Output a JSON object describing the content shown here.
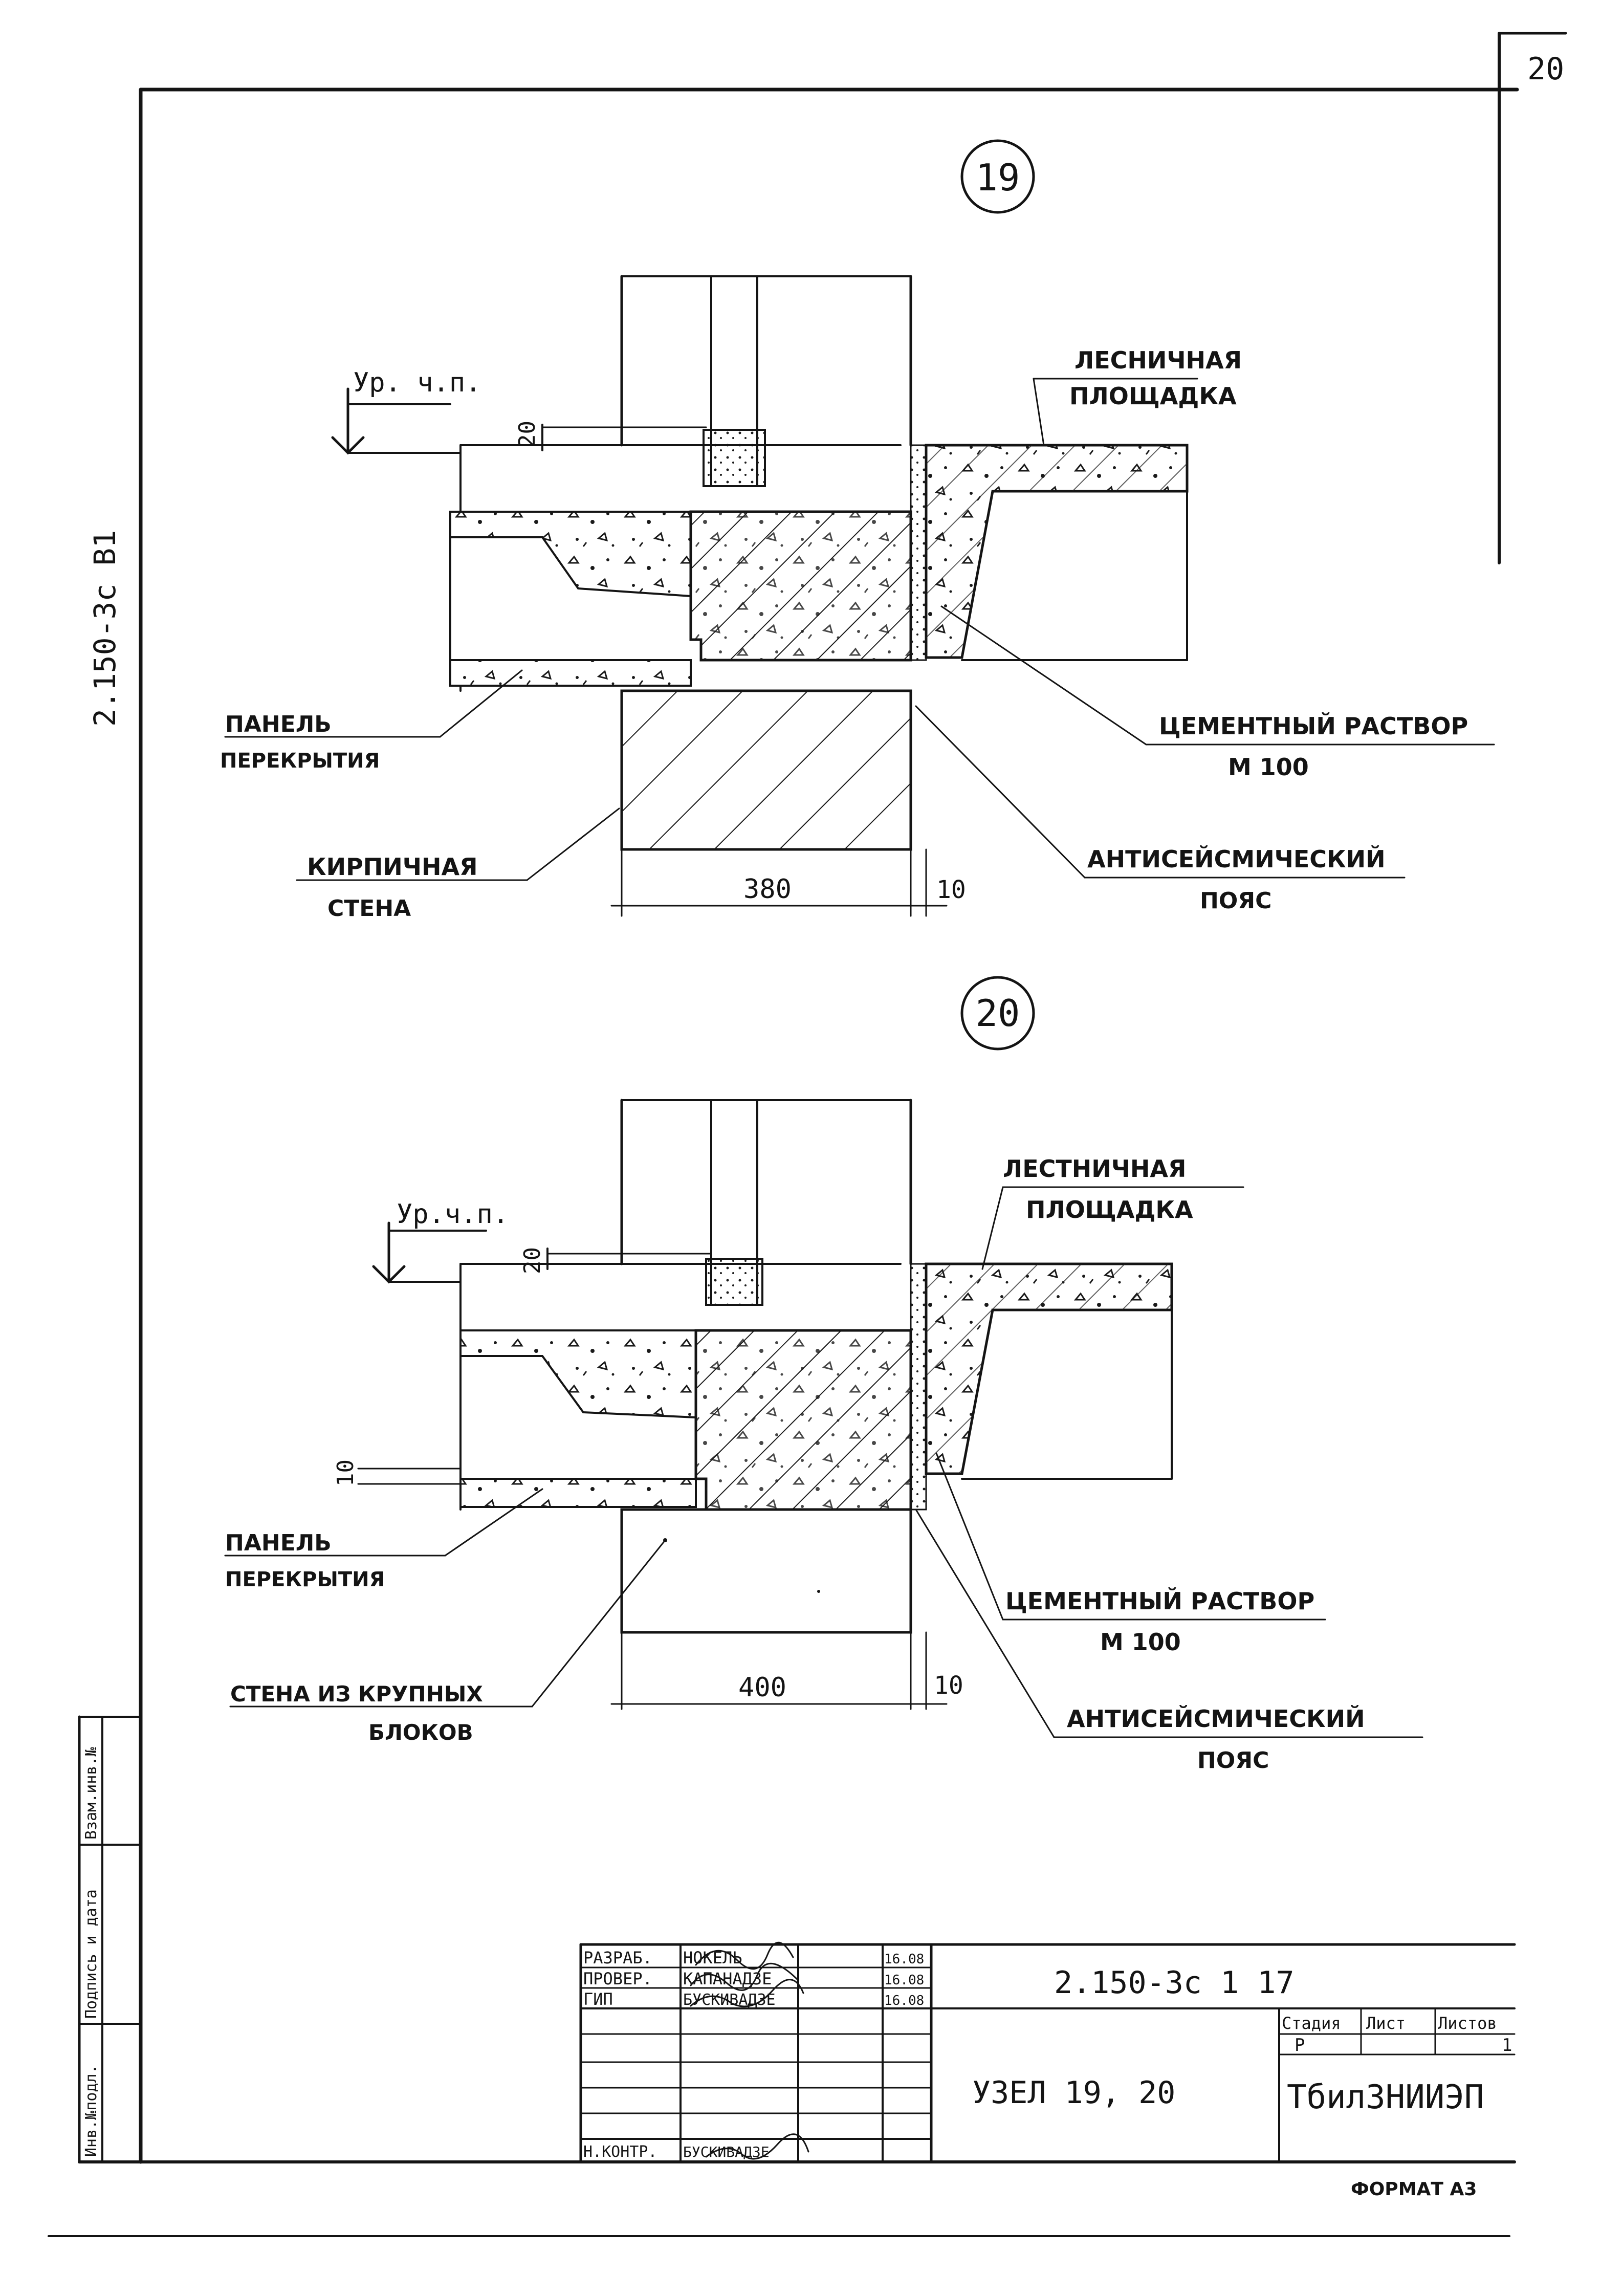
{
  "page": {
    "sheet_number": "20",
    "format_label": "ФОРМАТ А3",
    "side_code": "2.150-3с В1"
  },
  "node19": {
    "number": "19",
    "level_label": "Ур. ч.п.",
    "dim_top": "20",
    "dim_wall": "380",
    "dim_gap": "10",
    "label_landing": [
      "ЛЕСНИЧНАЯ",
      "ПЛОЩАДКА"
    ],
    "label_panel": [
      "ПАНЕЛЬ",
      "ПЕРЕКРЫТИЯ"
    ],
    "label_wall": [
      "КИРПИЧНАЯ",
      "СТЕНА"
    ],
    "label_mortar": [
      "ЦЕМЕНТНЫЙ РАСТВОР",
      "М 100"
    ],
    "label_belt": [
      "АНТИСЕЙСМИЧЕСКИЙ",
      "ПОЯС"
    ]
  },
  "node20": {
    "number": "20",
    "level_label": "Ур.ч.п.",
    "dim_top": "20",
    "dim_side": "10",
    "dim_wall": "400",
    "dim_gap": "10",
    "label_landing": [
      "ЛЕСТНИЧНАЯ",
      "ПЛОЩАДКА"
    ],
    "label_panel": [
      "ПАНЕЛЬ",
      "ПЕРЕКРЫТИЯ"
    ],
    "label_wall": [
      "СТЕНА ИЗ КРУПНЫХ",
      "БЛОКОВ"
    ],
    "label_mortar": [
      "ЦЕМЕНТНЫЙ РАСТВОР",
      "М 100"
    ],
    "label_belt": [
      "АНТИСЕЙСМИЧЕСКИЙ",
      "ПОЯС"
    ]
  },
  "left_stamp": [
    "Инв.№подл.",
    "Подпись и дата",
    "Взам.инв.№"
  ],
  "title_block": {
    "rows": [
      {
        "role": "РАЗРАБ.",
        "name": "НОКЕЛЬ",
        "date": "16.08"
      },
      {
        "role": "ПРОВЕР.",
        "name": "КАПАНАДЗЕ",
        "date": "16.08"
      },
      {
        "role": "ГИП",
        "name": "БУСКИВАДЗЕ",
        "date": "16.08"
      },
      {
        "role": "Н.КОНТР.",
        "name": "БУСКИВАДЗЕ",
        "date": ""
      }
    ],
    "code": "2.150-3с 1 17",
    "title": "УЗЕЛ 19, 20",
    "stage_header": "Стадия",
    "sheet_header": "Лист",
    "sheets_header": "Листов",
    "stage": "Р",
    "sheet": "1",
    "organization": "ТбилЗНИИЭП"
  }
}
